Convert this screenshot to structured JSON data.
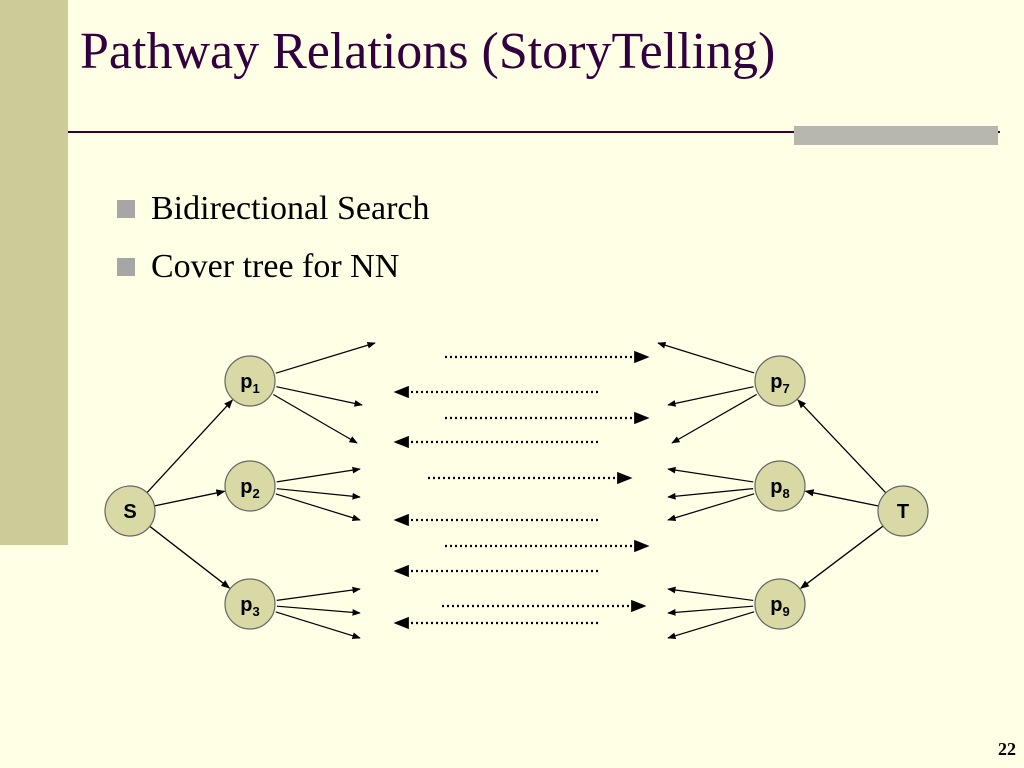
{
  "slide": {
    "title": "Pathway Relations (StoryTelling)",
    "bullets": [
      "Bidirectional Search",
      "Cover tree for NN"
    ],
    "page_number": "22"
  },
  "diagram": {
    "nodes": [
      {
        "id": "S",
        "label": "S",
        "sub": ""
      },
      {
        "id": "T",
        "label": "T",
        "sub": ""
      },
      {
        "id": "p1",
        "label": "p",
        "sub": "1"
      },
      {
        "id": "p2",
        "label": "p",
        "sub": "2"
      },
      {
        "id": "p3",
        "label": "p",
        "sub": "3"
      },
      {
        "id": "p7",
        "label": "p",
        "sub": "7"
      },
      {
        "id": "p8",
        "label": "p",
        "sub": "8"
      },
      {
        "id": "p9",
        "label": "p",
        "sub": "9"
      }
    ],
    "edges": [
      [
        "S",
        "p1"
      ],
      [
        "S",
        "p2"
      ],
      [
        "S",
        "p3"
      ],
      [
        "T",
        "p7"
      ],
      [
        "T",
        "p8"
      ],
      [
        "T",
        "p9"
      ]
    ],
    "colors": {
      "node_fill": "#D9D9A6",
      "node_stroke": "#666666",
      "line": "#000000"
    }
  }
}
